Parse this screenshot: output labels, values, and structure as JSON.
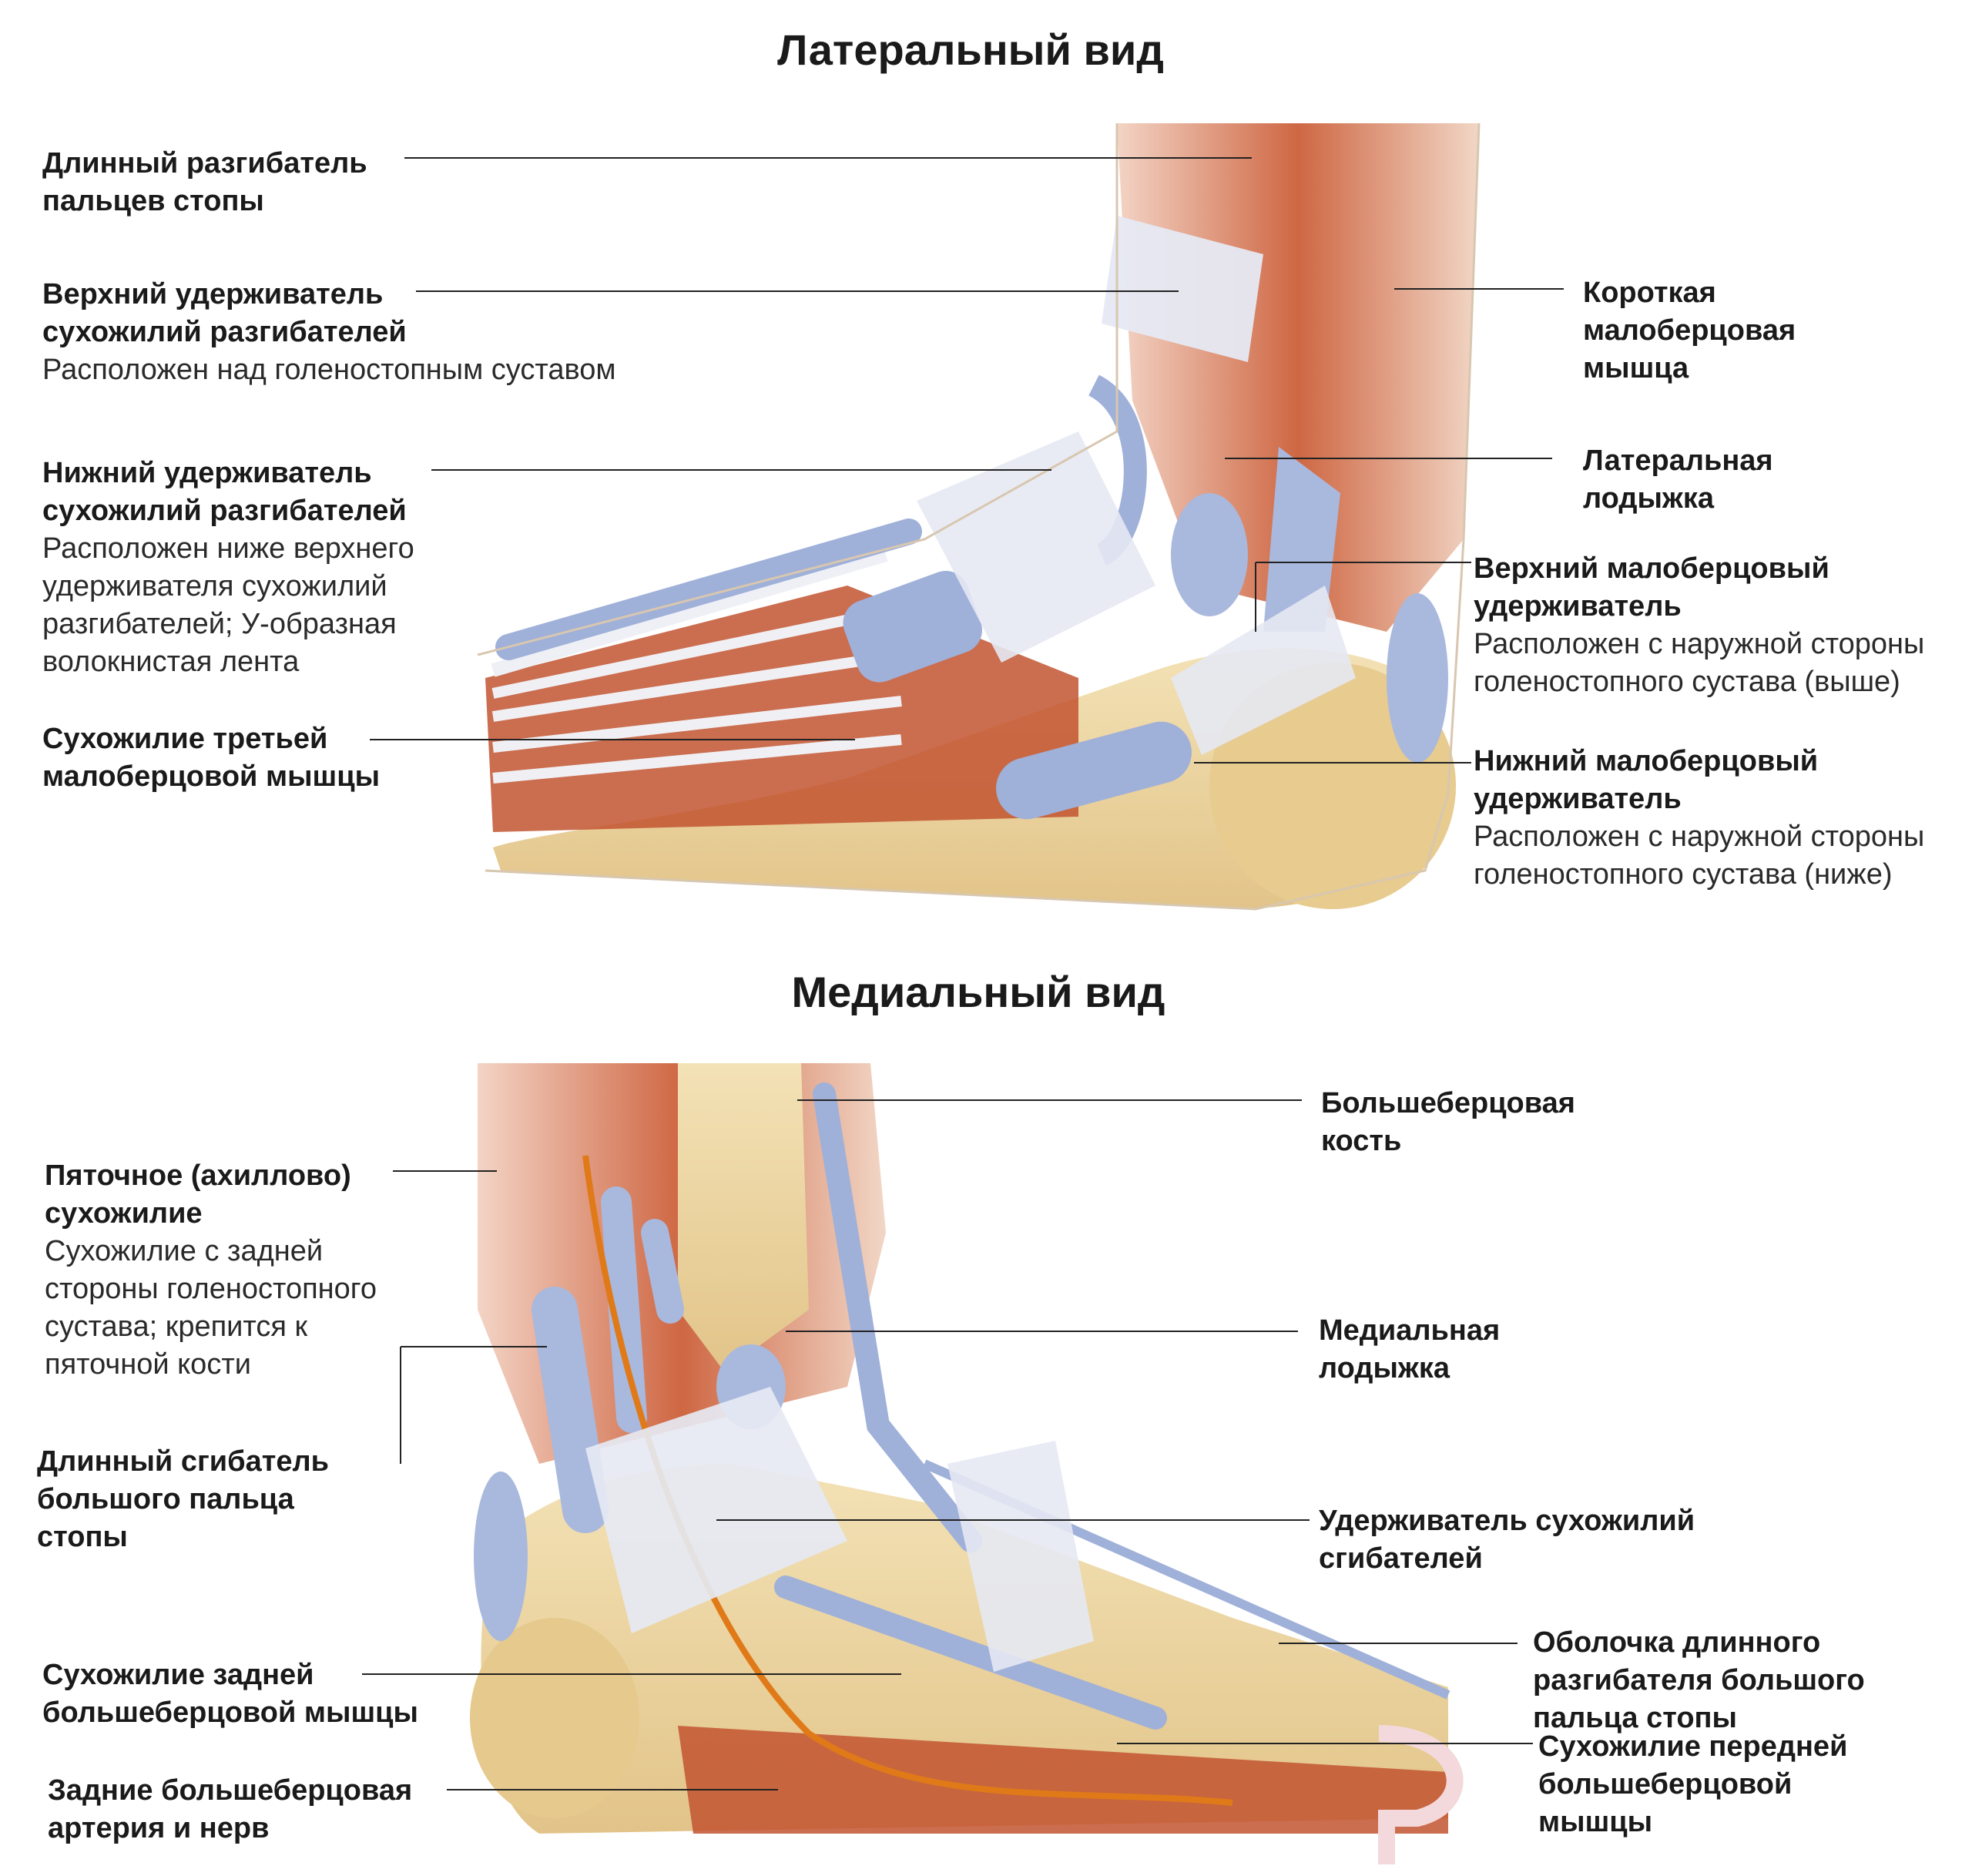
{
  "lateral": {
    "title": "Латеральный вид",
    "labels": [
      {
        "title": "Длинный разгибатель пальцев стопы",
        "desc": ""
      },
      {
        "title": "Верхний удерживатель сухожилий разгибателей",
        "desc": "Расположен над голеностопным суставом"
      },
      {
        "title": "Нижний удерживатель сухожилий разгибателей",
        "desc": "Расположен ниже верхнего удерживателя сухожилий разгибателей; У-образная волокнистая лента"
      },
      {
        "title": "Сухожилие третьей малоберцовой мышцы",
        "desc": ""
      },
      {
        "title": "Короткая малоберцовая мышца",
        "desc": ""
      },
      {
        "title": "Латеральная лодыжка",
        "desc": ""
      },
      {
        "title": "Верхний малоберцовый удерживатель",
        "desc": "Расположен с наружной стороны голеностопного сустава (выше)"
      },
      {
        "title": "Нижний малоберцовый удерживатель",
        "desc": "Расположен с наружной стороны голеностопного сустава (ниже)"
      }
    ]
  },
  "medial": {
    "title": "Медиальный вид",
    "labels": [
      {
        "title": "Пяточное (ахиллово) сухожилие",
        "desc": "Сухожилие с задней стороны голеностопного сустава; крепится к пяточной кости"
      },
      {
        "title": "Длинный сгибатель большого пальца стопы",
        "desc": ""
      },
      {
        "title": "Сухожилие задней большеберцовой мышцы",
        "desc": ""
      },
      {
        "title": "Задние большеберцовая артерия и нерв",
        "desc": ""
      },
      {
        "title": "Большеберцовая кость",
        "desc": ""
      },
      {
        "title": "Медиальная лодыжка",
        "desc": ""
      },
      {
        "title": "Удерживатель сухожилий сгибателей",
        "desc": ""
      },
      {
        "title": "Оболочка длинного разгибателя большого пальца стопы",
        "desc": ""
      },
      {
        "title": "Сухожилие передней большеберцовой мышцы",
        "desc": ""
      }
    ]
  },
  "colors": {
    "muscle": "#c9562e",
    "bone": "#e8cf95",
    "tendon_sheath": "#9fb0d9",
    "ligament": "#e6e9f3",
    "artery": "#e07a18"
  }
}
